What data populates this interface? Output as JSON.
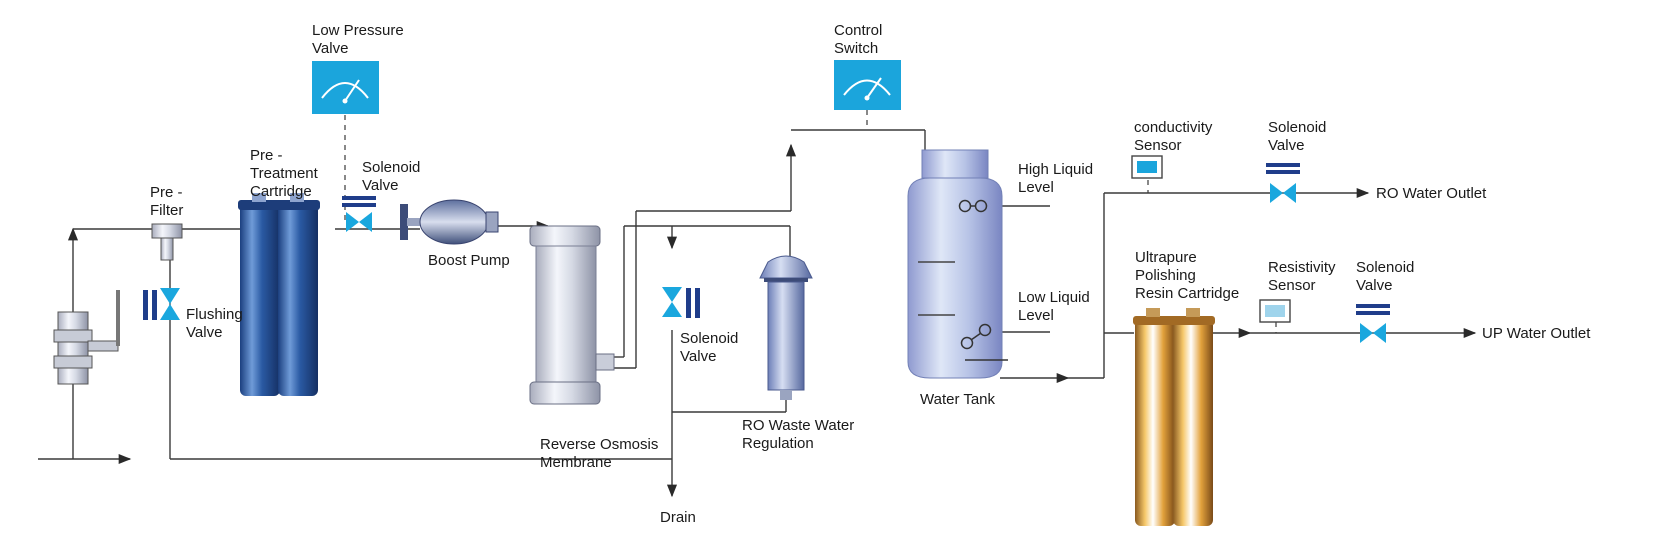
{
  "labels": {
    "low_pressure_valve": [
      "Low Pressure",
      "Valve"
    ],
    "control_switch": [
      "Control",
      "Switch"
    ],
    "pre_filter": [
      "Pre -",
      "Filter"
    ],
    "pretreatment": [
      "Pre -",
      "Treatment",
      "Cartridge"
    ],
    "solenoid_1": [
      "Solenoid",
      "Valve"
    ],
    "boost_pump": [
      "Boost Pump"
    ],
    "flushing_valve": [
      "Flushing",
      "Valve"
    ],
    "solenoid_2": [
      "Solenoid",
      "Valve"
    ],
    "ro_membrane": [
      "Reverse Osmosis",
      "Membrane"
    ],
    "ro_waste": [
      "RO Waste Water",
      "Regulation"
    ],
    "drain": [
      "Drain"
    ],
    "high_level": [
      "High Liquid",
      "Level"
    ],
    "low_level": [
      "Low Liquid",
      "Level"
    ],
    "water_tank": [
      "Water Tank"
    ],
    "conductivity": [
      "conductivity",
      "Sensor"
    ],
    "solenoid_3": [
      "Solenoid",
      "Valve"
    ],
    "ro_outlet": [
      "RO Water Outlet"
    ],
    "ultrapure": [
      "Ultrapure",
      "Polishing",
      "Resin Cartridge"
    ],
    "resistivity": [
      "Resistivity",
      "Sensor"
    ],
    "solenoid_4": [
      "Solenoid",
      "Valve"
    ],
    "up_outlet": [
      "UP  Water Outlet"
    ]
  },
  "colors": {
    "pipe": "#3a3a3a",
    "valve": "#1aa7de",
    "gauge": "#1ba5dc",
    "blue_cartridge": "#2c5aa0",
    "gold_cartridge": "#e0a13a"
  }
}
